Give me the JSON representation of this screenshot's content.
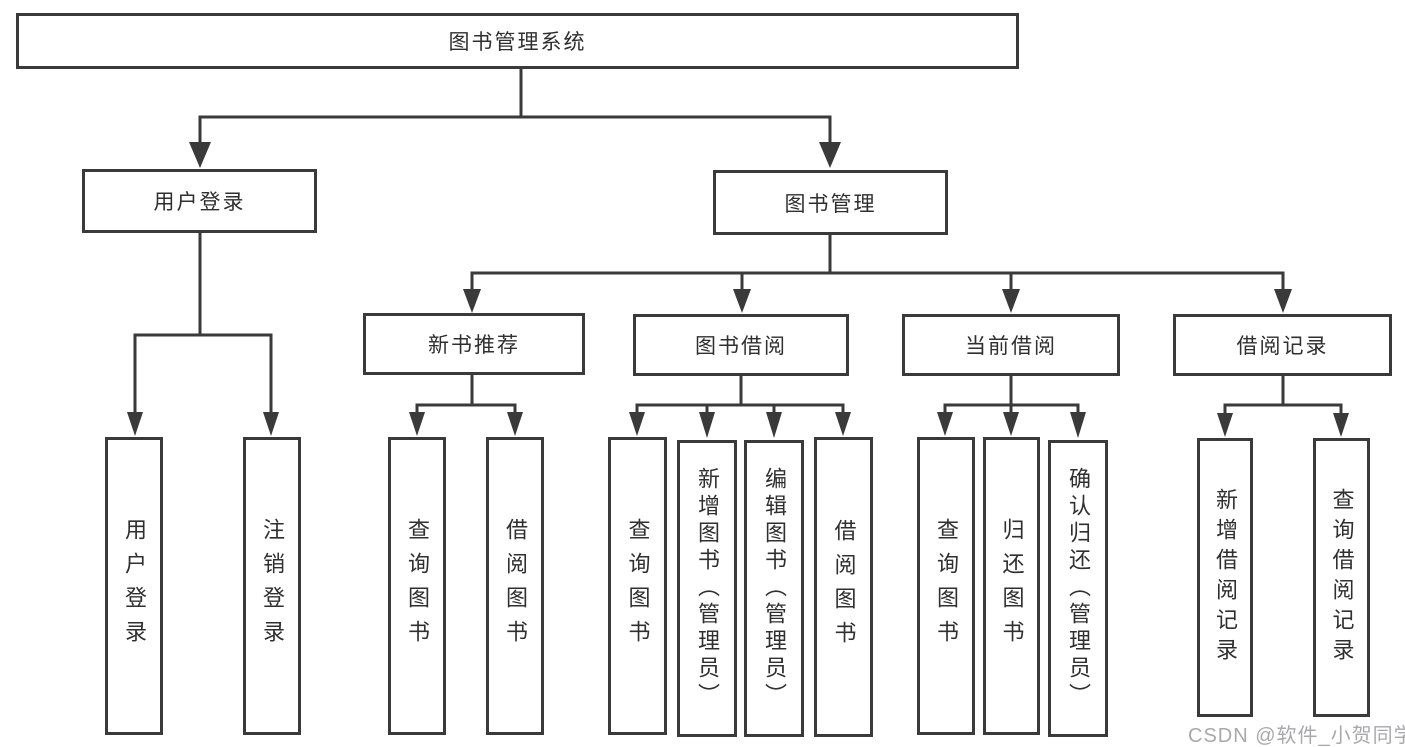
{
  "colors": {
    "line": "#3a3a3a",
    "text": "#2f2f2f",
    "box_bg": "#ffffff",
    "watermark": "#a9a9ad"
  },
  "root": {
    "label": "图书管理系统"
  },
  "branches": {
    "user": {
      "label": "用户登录",
      "children": {
        "login": "用户登录",
        "logout": "注销登录"
      }
    },
    "mgmt": {
      "label": "图书管理"
    }
  },
  "groups": {
    "new_rec": {
      "label": "新书推荐",
      "children": {
        "query": "查询图书",
        "borrow": "借阅图书"
      }
    },
    "book_borrow": {
      "label": "图书借阅",
      "children": {
        "query": "查询图书",
        "add": "新增图书（管理员）",
        "edit": "编辑图书（管理员）",
        "borrow": "借阅图书"
      }
    },
    "current": {
      "label": "当前借阅",
      "children": {
        "query": "查询图书",
        "return": "归还图书",
        "confirm": "确认归还（管理员）"
      }
    },
    "records": {
      "label": "借阅记录",
      "children": {
        "add": "新增借阅记录",
        "query": "查询借阅记录"
      }
    }
  },
  "watermark": "CSDN @软件_小贺同学"
}
